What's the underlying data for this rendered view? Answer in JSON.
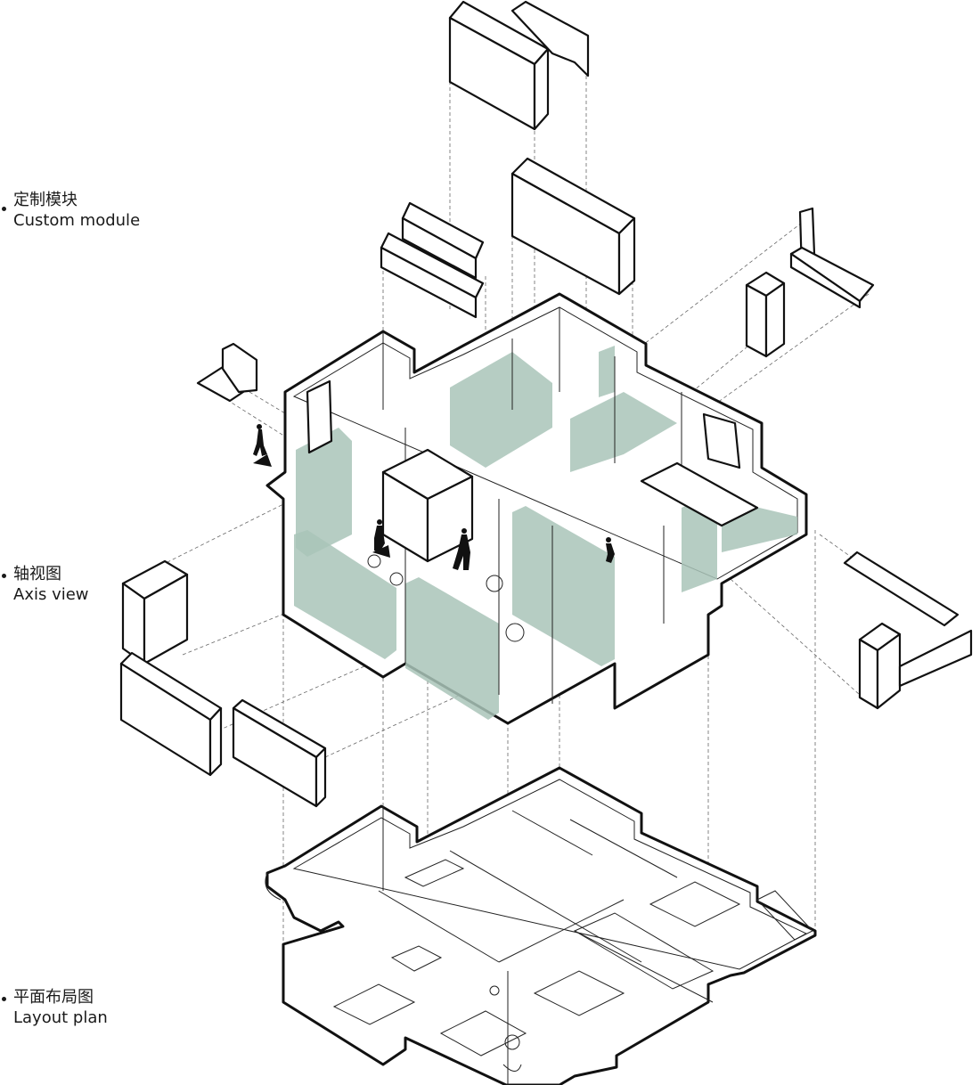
{
  "legend": {
    "custom_module": {
      "zh": "定制模块",
      "en": "Custom module"
    },
    "axis_view": {
      "zh": "轴视图",
      "en": "Axis view"
    },
    "layout_plan": {
      "zh": "平面布局图",
      "en": "Layout plan"
    }
  },
  "colors": {
    "line": "#111111",
    "module_highlight": "#a9c4b8",
    "background": "#ffffff"
  }
}
